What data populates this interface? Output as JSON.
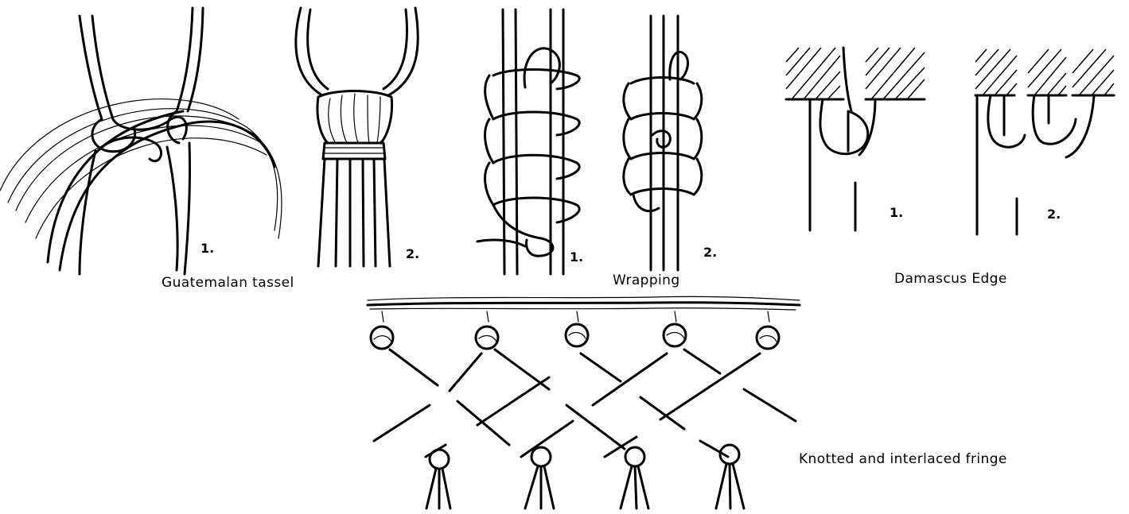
{
  "figures": {
    "guatemalan_tassel": {
      "caption": "Guatemalan tassel",
      "step1": "1.",
      "step2": "2."
    },
    "wrapping": {
      "caption": "Wrapping",
      "step1": "1.",
      "step2": "2."
    },
    "damascus_edge": {
      "caption": "Damascus Edge",
      "step1": "1.",
      "step2": "2."
    },
    "fringe": {
      "caption": "Knotted and interlaced fringe"
    }
  }
}
